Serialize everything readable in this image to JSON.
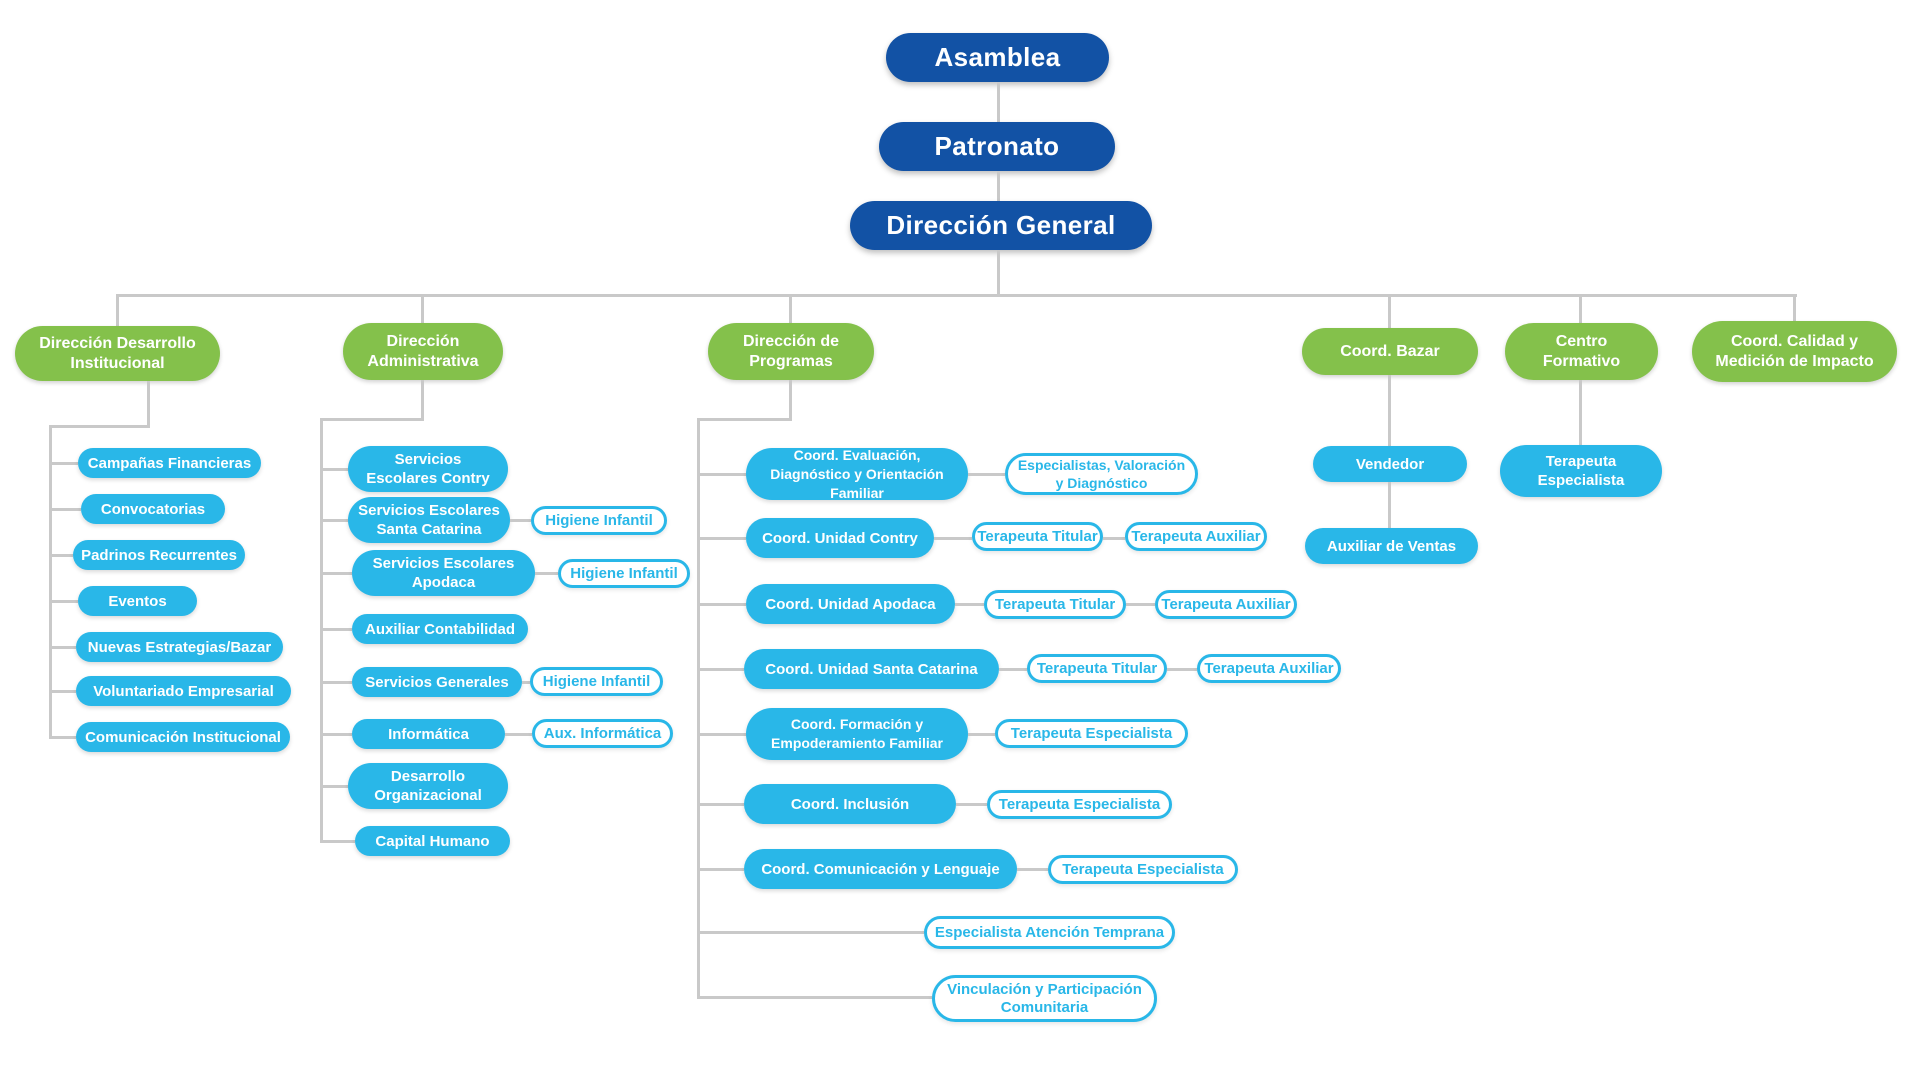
{
  "palette": {
    "dark_blue": "#1252a5",
    "green": "#84c14b",
    "cyan": "#29b7e8",
    "connector_gray": "#c9c9c9",
    "outline_text": "#29b7e8"
  },
  "root_chain": [
    {
      "label": "Asamblea"
    },
    {
      "label": "Patronato"
    },
    {
      "label": "Dirección General"
    }
  ],
  "branches": [
    {
      "title": "Dirección Desarrollo Institucional",
      "children": [
        {
          "label": "Campañas Financieras"
        },
        {
          "label": "Convocatorias"
        },
        {
          "label": "Padrinos Recurrentes"
        },
        {
          "label": "Eventos"
        },
        {
          "label": "Nuevas Estrategias/Bazar"
        },
        {
          "label": "Voluntariado Empresarial"
        },
        {
          "label": "Comunicación Institucional"
        }
      ]
    },
    {
      "title": "Dirección Administrativa",
      "children": [
        {
          "label": "Servicios Escolares Contry",
          "right": []
        },
        {
          "label": "Servicios Escolares Santa Catarina",
          "right": [
            "Higiene Infantil"
          ]
        },
        {
          "label": "Servicios Escolares Apodaca",
          "right": [
            "Higiene Infantil"
          ]
        },
        {
          "label": "Auxiliar Contabilidad",
          "right": []
        },
        {
          "label": "Servicios Generales",
          "right": [
            "Higiene Infantil"
          ]
        },
        {
          "label": "Informática",
          "right": [
            "Aux. Informática"
          ]
        },
        {
          "label": "Desarrollo Organizacional",
          "right": []
        },
        {
          "label": "Capital Humano",
          "right": []
        }
      ]
    },
    {
      "title": "Dirección de Programas",
      "children": [
        {
          "label": "Coord. Evaluación, Diagnóstico y Orientación Familiar",
          "right": [
            "Especialistas, Valoración y Diagnóstico"
          ]
        },
        {
          "label": "Coord. Unidad Contry",
          "right": [
            "Terapeuta Titular",
            "Terapeuta Auxiliar"
          ]
        },
        {
          "label": "Coord. Unidad Apodaca",
          "right": [
            "Terapeuta Titular",
            "Terapeuta Auxiliar"
          ]
        },
        {
          "label": "Coord. Unidad Santa Catarina",
          "right": [
            "Terapeuta Titular",
            "Terapeuta Auxiliar"
          ]
        },
        {
          "label": "Coord. Formación y Empoderamiento Familiar",
          "right": [
            "Terapeuta Especialista"
          ]
        },
        {
          "label": "Coord. Inclusión",
          "right": [
            "Terapeuta Especialista"
          ]
        },
        {
          "label": "Coord. Comunicación y Lenguaje",
          "right": [
            "Terapeuta Especialista"
          ]
        },
        {
          "label": "Especialista Atención Temprana",
          "style": "outline"
        },
        {
          "label": "Vinculación y Participación Comunitaria",
          "style": "outline"
        }
      ]
    },
    {
      "title": "Coord. Bazar",
      "children": [
        {
          "label": "Vendedor"
        },
        {
          "label": "Auxiliar de Ventas"
        }
      ]
    },
    {
      "title": "Centro Formativo",
      "children": [
        {
          "label": "Terapeuta Especialista"
        }
      ]
    },
    {
      "title": "Coord. Calidad y Medición de Impacto",
      "children": []
    }
  ]
}
